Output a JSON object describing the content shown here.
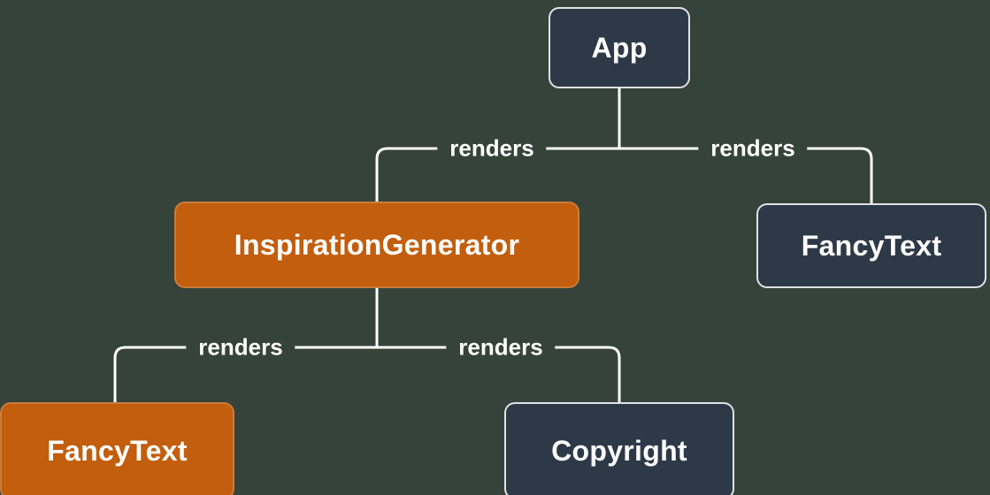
{
  "diagram": {
    "type": "component-render-tree"
  },
  "colors": {
    "background": "#36433a",
    "node_dark": "#2e3947",
    "node_orange": "#c25e0d",
    "edge": "#ffffff",
    "text": "#ffffff"
  },
  "nodes": [
    {
      "id": "app",
      "label": "App",
      "variant": "dark"
    },
    {
      "id": "inspiration-generator",
      "label": "InspirationGenerator",
      "variant": "orange"
    },
    {
      "id": "fancytext-top",
      "label": "FancyText",
      "variant": "dark"
    },
    {
      "id": "fancytext-bottom",
      "label": "FancyText",
      "variant": "orange"
    },
    {
      "id": "copyright",
      "label": "Copyright",
      "variant": "dark"
    }
  ],
  "edges": [
    {
      "from": "app",
      "to": "inspiration-generator",
      "label": "renders"
    },
    {
      "from": "app",
      "to": "fancytext-top",
      "label": "renders"
    },
    {
      "from": "inspiration-generator",
      "to": "fancytext-bottom",
      "label": "renders"
    },
    {
      "from": "inspiration-generator",
      "to": "copyright",
      "label": "renders"
    }
  ]
}
